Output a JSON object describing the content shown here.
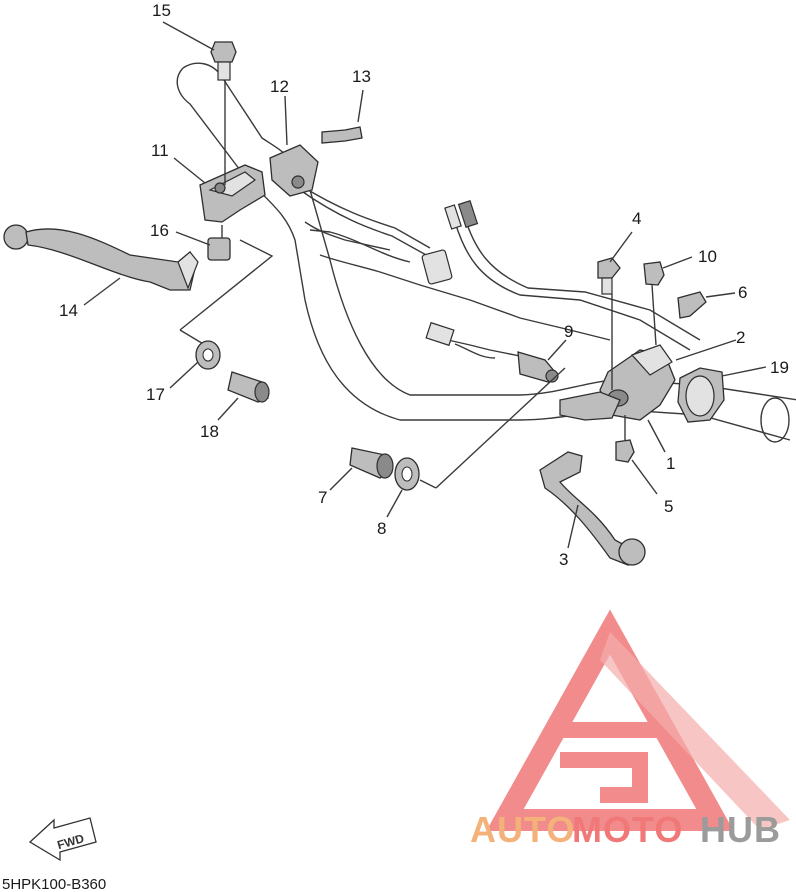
{
  "diagram": {
    "code": "5HPK100-B360",
    "fwd_label": "FWD",
    "watermark": {
      "word_auto": "AUTO",
      "word_moto": "MOTO",
      "word_hub": "HUB",
      "color_red": "#f07878",
      "color_orange": "#f4b27a",
      "color_grey": "#9b9b9b"
    },
    "labels": {
      "l1": "1",
      "l2": "2",
      "l3": "3",
      "l4": "4",
      "l5": "5",
      "l6": "6",
      "l7": "7",
      "l8": "8",
      "l9": "9",
      "l10": "10",
      "l11": "11",
      "l12": "12",
      "l13": "13",
      "l14": "14",
      "l15": "15",
      "l16": "16",
      "l17": "17",
      "l18": "18",
      "l19": "19"
    }
  }
}
